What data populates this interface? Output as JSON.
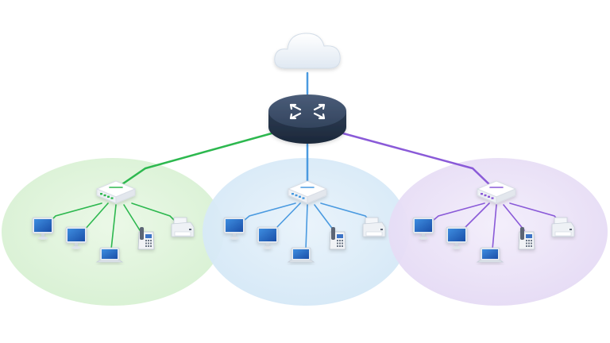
{
  "diagram": {
    "type": "network-topology",
    "cloud": {
      "icon": "cloud-icon"
    },
    "router": {
      "icon": "router-icon"
    },
    "segments": [
      {
        "id": "green",
        "color": "#2db84f",
        "zone_color": "#dff4dc",
        "switch_icon": "switch-icon",
        "devices": [
          "desktop-computer-icon",
          "desktop-computer-icon",
          "laptop-icon",
          "ip-phone-icon",
          "printer-icon"
        ]
      },
      {
        "id": "blue",
        "color": "#4a9ae0",
        "zone_color": "#dcebf8",
        "switch_icon": "switch-icon",
        "devices": [
          "desktop-computer-icon",
          "desktop-computer-icon",
          "laptop-icon",
          "ip-phone-icon",
          "printer-icon"
        ]
      },
      {
        "id": "purple",
        "color": "#8a5ad8",
        "zone_color": "#ebe3f7",
        "switch_icon": "switch-icon",
        "devices": [
          "desktop-computer-icon",
          "desktop-computer-icon",
          "laptop-icon",
          "ip-phone-icon",
          "printer-icon"
        ]
      }
    ]
  }
}
